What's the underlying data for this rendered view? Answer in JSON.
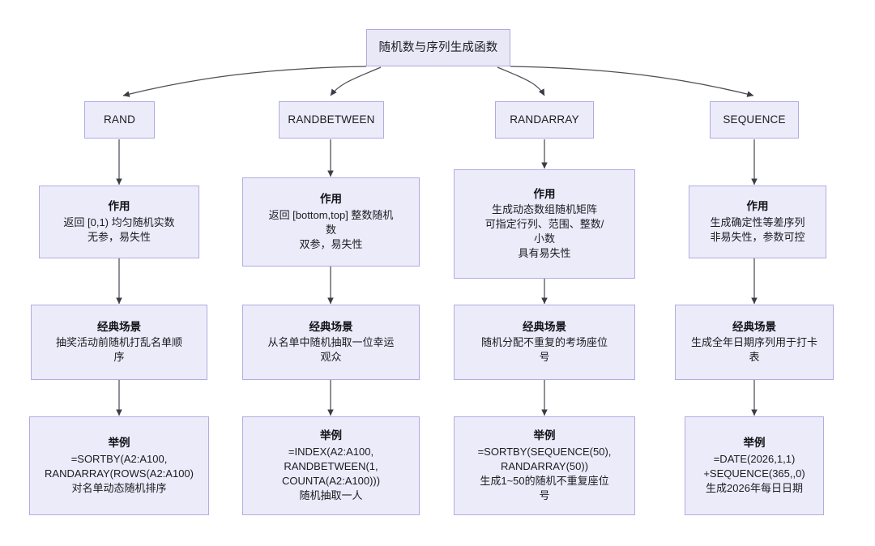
{
  "diagram": {
    "title": "随机数与序列生成函数",
    "theme": {
      "node_fill": "#ecebfa",
      "node_border": "#b3abe0",
      "edge_color": "#4d4d56",
      "text_color": "#1b1b20",
      "background": "#ffffff"
    },
    "section_labels": {
      "purpose": "作用",
      "scenario": "经典场景",
      "example": "举例"
    },
    "columns": [
      {
        "name": "RAND",
        "purpose": {
          "heading": "作用",
          "lines": [
            "返回 [0,1) 均匀随机实数",
            "无参，易失性"
          ]
        },
        "scenario": {
          "heading": "经典场景",
          "lines": [
            "抽奖活动前随机打乱名单顺",
            "序"
          ]
        },
        "example": {
          "heading": "举例",
          "lines": [
            "=SORTBY(A2:A100,",
            "RANDARRAY(ROWS(A2:A100)",
            "对名单动态随机排序"
          ]
        }
      },
      {
        "name": "RANDBETWEEN",
        "purpose": {
          "heading": "作用",
          "lines": [
            "返回 [bottom,top] 整数随机",
            "数",
            "双参，易失性"
          ]
        },
        "scenario": {
          "heading": "经典场景",
          "lines": [
            "从名单中随机抽取一位幸运",
            "观众"
          ]
        },
        "example": {
          "heading": "举例",
          "lines": [
            "=INDEX(A2:A100,",
            "RANDBETWEEN(1,",
            "COUNTA(A2:A100)))",
            "随机抽取一人"
          ]
        }
      },
      {
        "name": "RANDARRAY",
        "purpose": {
          "heading": "作用",
          "lines": [
            "生成动态数组随机矩阵",
            "可指定行列、范围、整数/",
            "小数",
            "具有易失性"
          ]
        },
        "scenario": {
          "heading": "经典场景",
          "lines": [
            "随机分配不重复的考场座位",
            "号"
          ]
        },
        "example": {
          "heading": "举例",
          "lines": [
            "=SORTBY(SEQUENCE(50),",
            "RANDARRAY(50))",
            "生成1~50的随机不重复座位",
            "号"
          ]
        }
      },
      {
        "name": "SEQUENCE",
        "purpose": {
          "heading": "作用",
          "lines": [
            "生成确定性等差序列",
            "非易失性，参数可控"
          ]
        },
        "scenario": {
          "heading": "经典场景",
          "lines": [
            "生成全年日期序列用于打卡",
            "表"
          ]
        },
        "example": {
          "heading": "举例",
          "lines": [
            "=DATE(2026,1,1)",
            "+SEQUENCE(365,,0)",
            "生成2026年每日日期"
          ]
        }
      }
    ]
  }
}
